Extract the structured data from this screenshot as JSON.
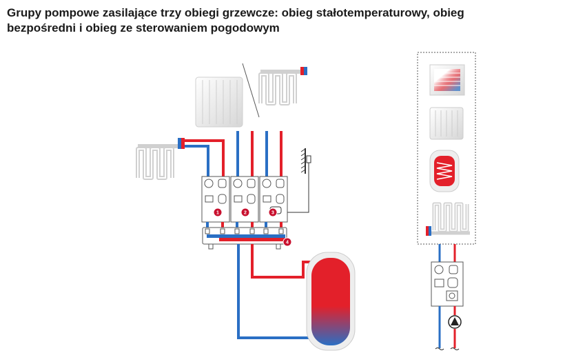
{
  "title_line1": "Grupy pompowe zasilające trzy obiegi grzewcze: obieg stałotemperaturowy, obieg",
  "title_line2": "bezpośredni i obieg ze sterowaniem pogodowym",
  "badges": [
    "1",
    "2",
    "3",
    "4"
  ],
  "colors": {
    "supply": "#e3202a",
    "return": "#2a6fc4",
    "line": "#333333",
    "module_fill": "#ffffff",
    "box_border": "#555555"
  },
  "icons": {
    "radiator": "radiator-icon",
    "floor_heating": "floor-heating-coil-icon",
    "wall_heating": "wall-heating-panel-icon",
    "water_tank": "water-tank-icon",
    "pump": "pump-icon",
    "outdoor_sensor": "outdoor-sensor-icon",
    "controller": "controller-icon",
    "buffer_tank": "buffer-tank-icon"
  }
}
